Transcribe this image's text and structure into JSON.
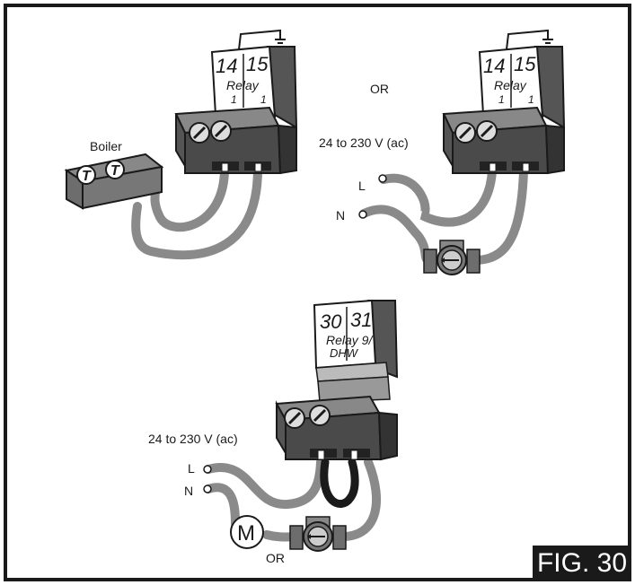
{
  "figure_label": "FIG. 30",
  "panel_top_left": {
    "boiler_label": "Boiler",
    "boiler_terminal_left": "T",
    "boiler_terminal_right": "T",
    "relay": {
      "term_a": "14",
      "term_b": "15",
      "line1": "Relay",
      "line2": "1"
    }
  },
  "panel_top_right": {
    "or_label": "OR",
    "voltage_label": "24 to 230 V (ac)",
    "live_label": "L",
    "neutral_label": "N",
    "relay": {
      "term_a": "14",
      "term_b": "15",
      "line1": "Relay",
      "line2": "1"
    }
  },
  "panel_bottom": {
    "voltage_label": "24 to 230 V (ac)",
    "live_label": "L",
    "neutral_label": "N",
    "motor_symbol": "M",
    "or_label": "OR",
    "relay": {
      "term_a": "30",
      "term_b": "31",
      "line1": "Relay 9/",
      "line2": "DHW"
    }
  },
  "colors": {
    "border": "#1a1a1a",
    "block_dark": "#3a3a3a",
    "block_mid": "#6d6d6d",
    "wire_gray": "#8a8a8a",
    "wire_black": "#1a1a1a"
  }
}
